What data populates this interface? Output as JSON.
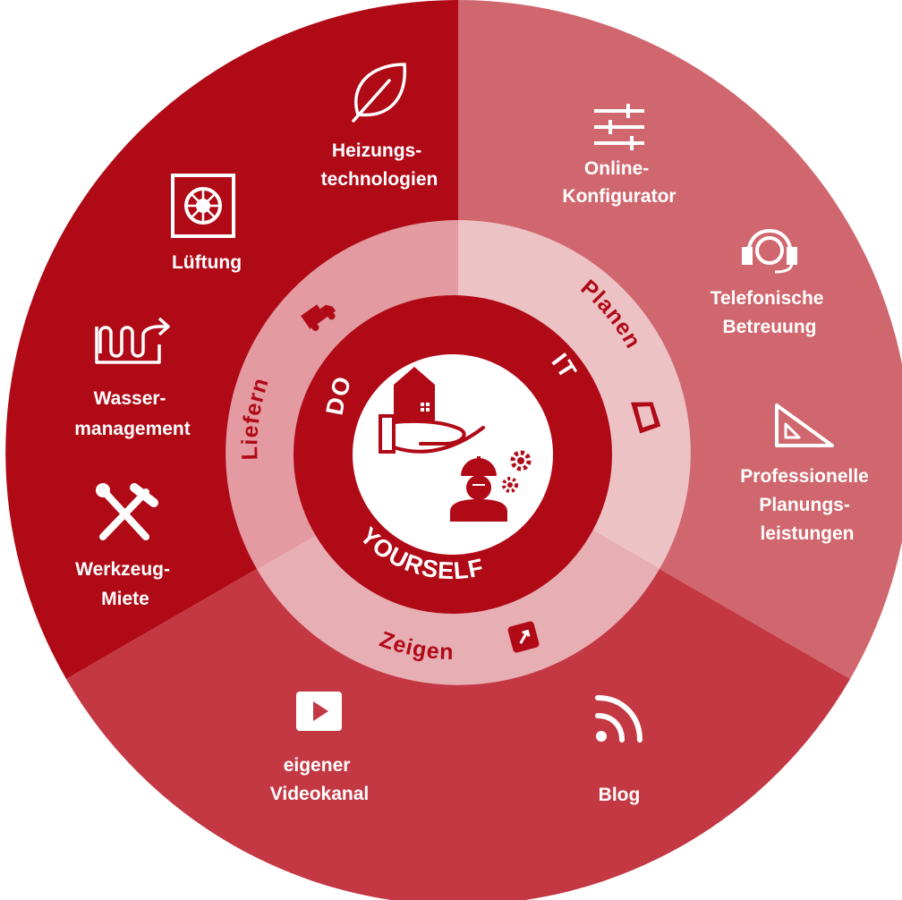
{
  "colors": {
    "sector_liefern": "#b00a17",
    "sector_planen": "#d0676e",
    "sector_zeigen": "#c33843",
    "ring_liefern": "#e39aa0",
    "ring_planen": "#ecc2c5",
    "ring_zeigen": "#e7aeb3",
    "core": "#b00a17",
    "label": "#ffffff"
  },
  "center": {
    "word_do": "DO",
    "word_it": "IT",
    "word_yourself": "YOURSELF",
    "icon": "diy-house-worker-icon"
  },
  "ring": {
    "liefern": {
      "label": "Liefern",
      "icon": "delivery-truck-icon"
    },
    "planen": {
      "label": "Planen",
      "icon": "plan-booklet-icon"
    },
    "zeigen": {
      "label": "Zeigen",
      "icon": "arrow-tag-icon"
    }
  },
  "services": {
    "heizung": {
      "line1": "Heizungs-",
      "line2": "technologien",
      "icon": "leaf-icon"
    },
    "lueftung": {
      "line1": "Lüftung",
      "icon": "ventilation-fan-icon"
    },
    "wasser": {
      "line1": "Wasser-",
      "line2": "management",
      "icon": "water-pipe-icon"
    },
    "werkzeug": {
      "line1": "Werkzeug-",
      "line2": "Miete",
      "icon": "tools-icon"
    },
    "online": {
      "line1": "Online-",
      "line2": "Konfigurator",
      "icon": "sliders-icon"
    },
    "telefon": {
      "line1": "Telefonische",
      "line2": "Betreuung",
      "icon": "headset-icon"
    },
    "planung": {
      "line1": "Professionelle",
      "line2": "Planungs-",
      "line3": "leistungen",
      "icon": "set-square-icon"
    },
    "video": {
      "line1": "eigener",
      "line2": "Videokanal",
      "icon": "video-play-icon"
    },
    "blog": {
      "line1": "Blog",
      "icon": "rss-feed-icon"
    }
  }
}
